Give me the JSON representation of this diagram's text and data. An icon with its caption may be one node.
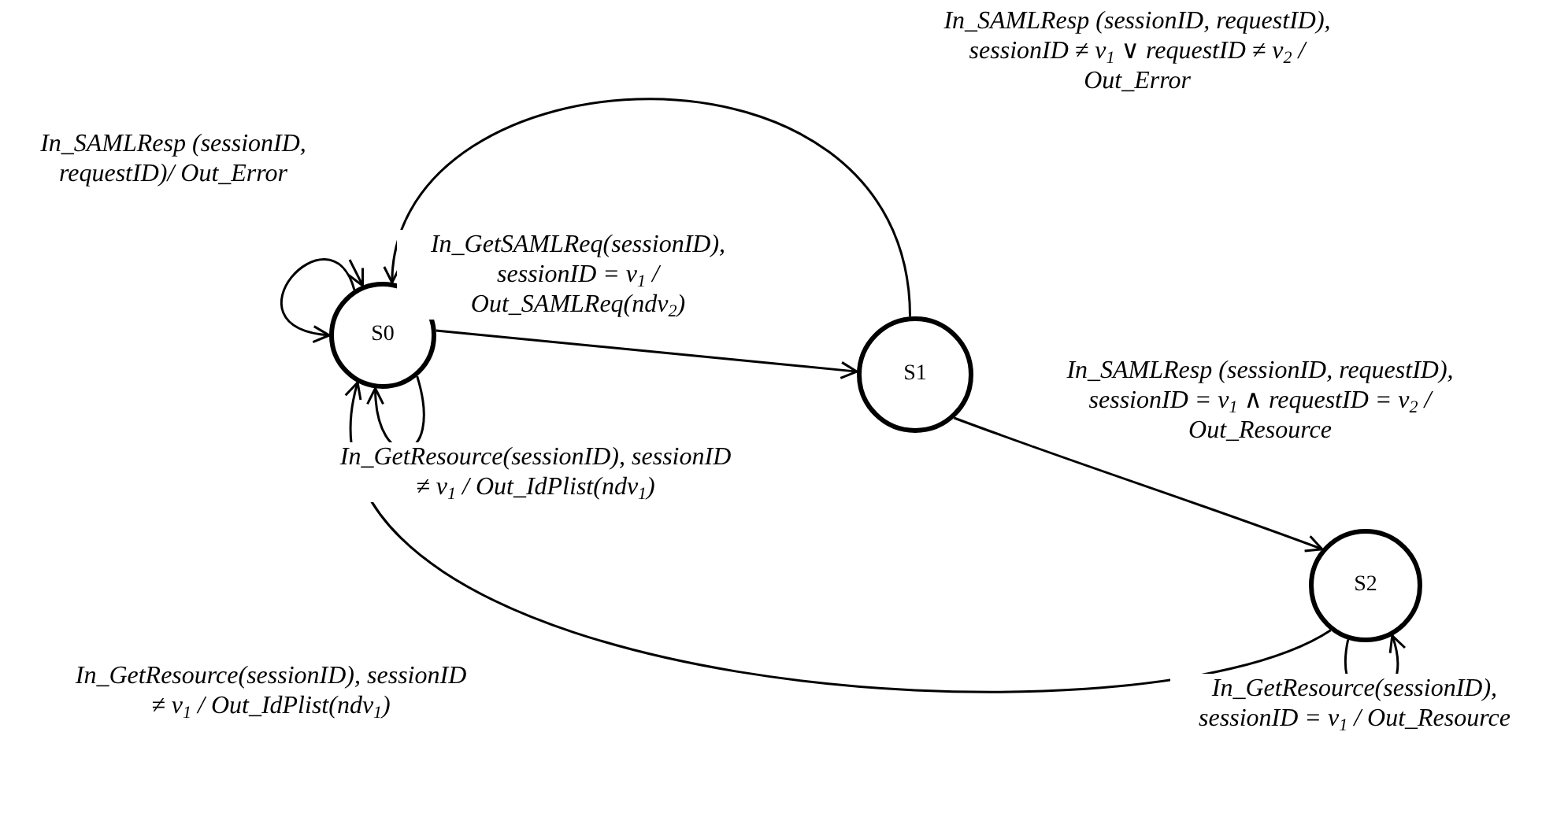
{
  "diagram": {
    "nodes": [
      {
        "text": [
          "S0"
        ]
      },
      {
        "text": [
          "S1"
        ]
      },
      {
        "text": [
          "S2"
        ]
      }
    ],
    "edges": [
      {
        "from": null,
        "to": 0,
        "arrow": "to"
      },
      {
        "from": 0,
        "to": 0,
        "arrow": "to",
        "label": "In_SAMLResp (sessionID, requestID)/ Out_Error"
      },
      {
        "from": 0,
        "to": 1,
        "arrow": "to",
        "label": "In_GetSAMLReq(sessionID), sessionID = v$_{1}$ / Out_SAMLReq(ndv$_{2}$)"
      },
      {
        "from": 1,
        "to": 0,
        "arrow": "to",
        "label": "In_SAMLResp (sessionID, requestID), sessionID ≠ v$_{1}$ ∨ requestID ≠ v$_{2}$ / Out_Error"
      },
      {
        "from": 1,
        "to": 2,
        "arrow": "to",
        "label": "In_SAMLResp (sessionID, requestID), sessionID = v$_{1}$ ∧ requestID = v$_{2}$ / Out_Resource"
      },
      {
        "from": 0,
        "to": 0,
        "arrow": "to",
        "label": "In_GetResource(sessionID), sessionID ≠ v$_{1}$ / Out_IdPlist(ndv$_{1}$)"
      },
      {
        "from": 2,
        "to": 0,
        "arrow": "to",
        "label": "In_GetResource(sessionID), sessionID ≠ v$_{1}$ / Out_IdPlist(ndv$_{1}$)"
      },
      {
        "from": 2,
        "to": 2,
        "arrow": "to",
        "label": "In_GetResource(sessionID), sessionID = v$_{1}$ / Out_Resource"
      }
    ]
  }
}
